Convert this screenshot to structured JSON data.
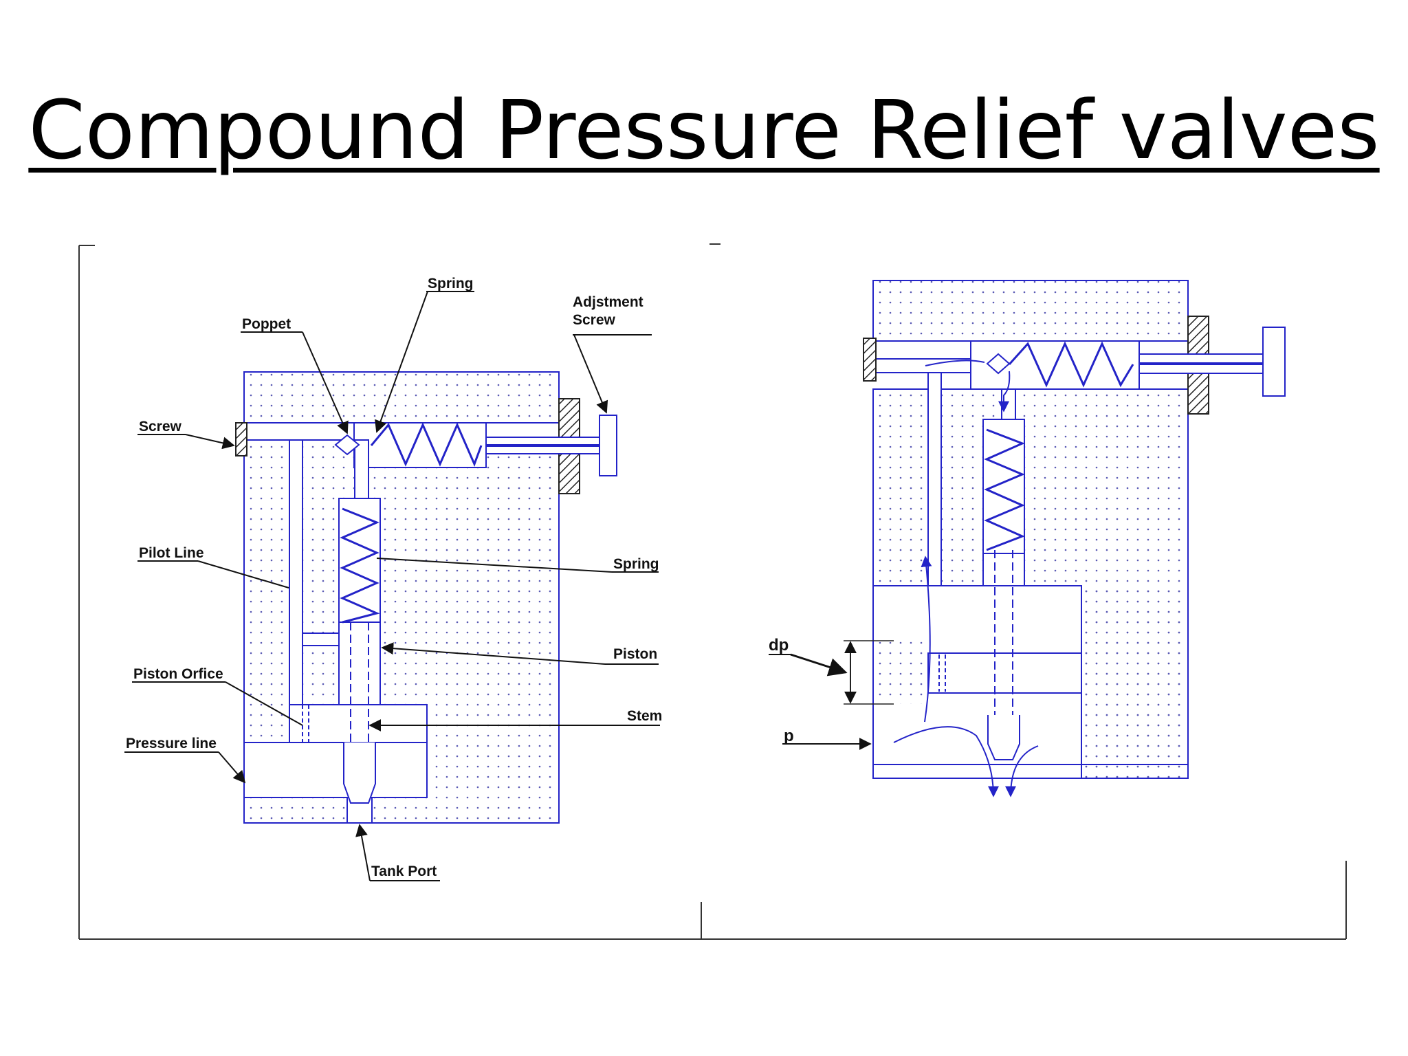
{
  "title": "Compound Pressure Relief valves",
  "colors": {
    "line": "#2323c8",
    "leader": "#111111",
    "dots": "#5a5ab4",
    "hatch": "#222222"
  },
  "left_figure": {
    "labels": {
      "spring_top": "Spring",
      "poppet": "Poppet",
      "adjustment_screw_1": "Adjstment",
      "adjustment_screw_2": "Screw",
      "screw": "Screw",
      "pilot_line": "Pilot Line",
      "spring_right": "Spring",
      "piston": "Piston",
      "piston_orifice": "Piston Orfice",
      "stem": "Stem",
      "pressure_line": "Pressure line",
      "tank_port": "Tank Port"
    }
  },
  "right_figure": {
    "labels": {
      "dp": "dp",
      "p": "p"
    }
  }
}
